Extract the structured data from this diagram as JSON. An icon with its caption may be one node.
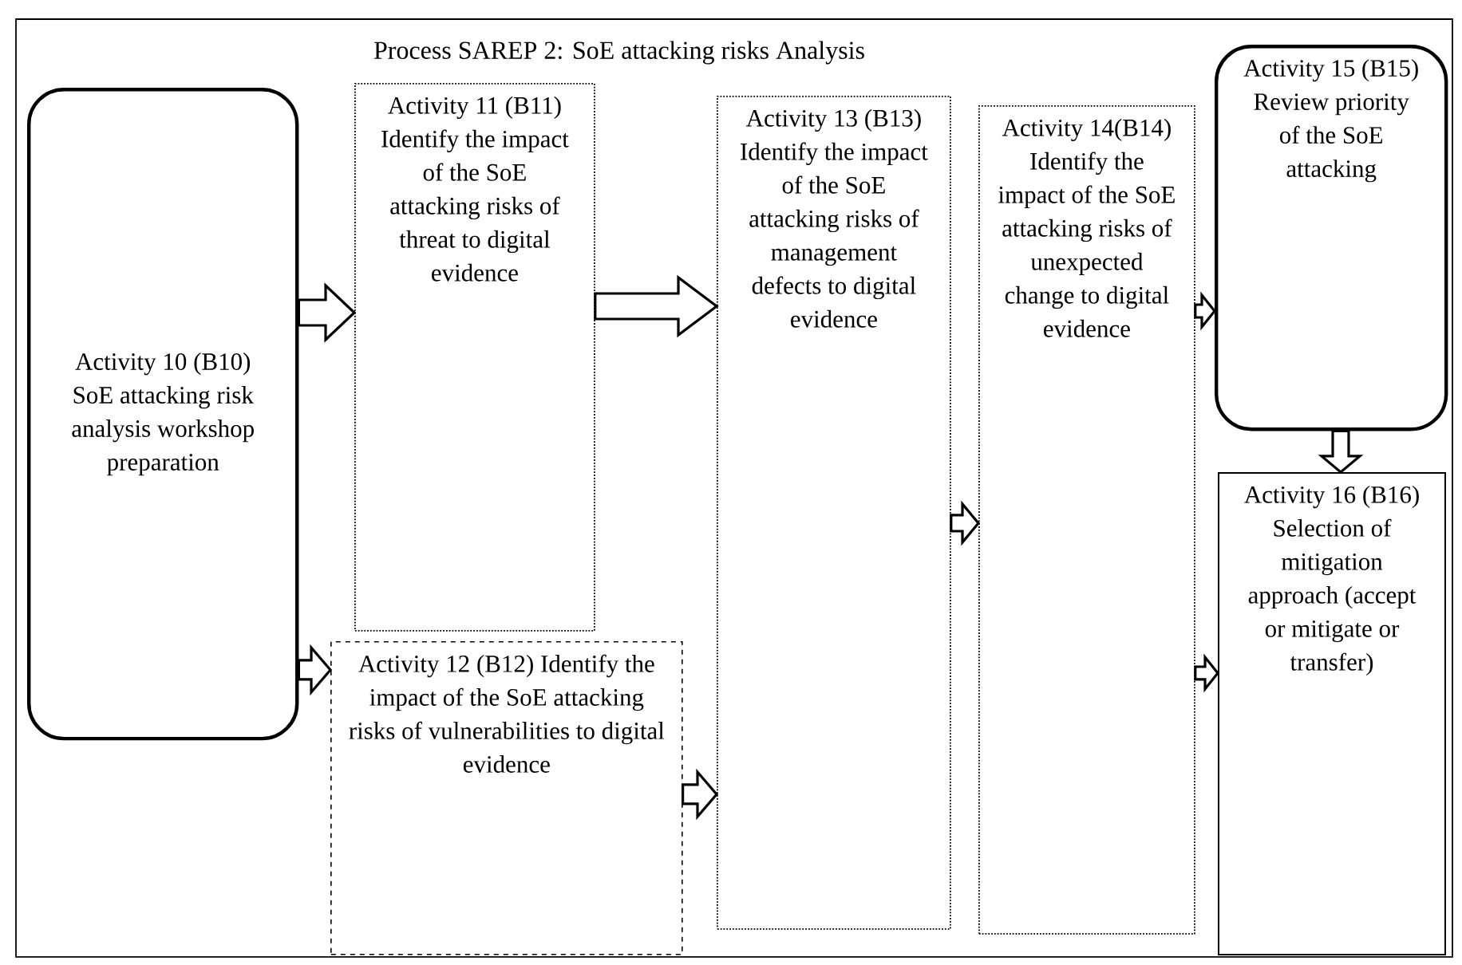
{
  "diagram": {
    "title": "Process SAREP 2: SoE attacking risks Analysis",
    "nodes": [
      {
        "text": [
          "Activity 10 (B10) SoE attacking risk analysis workshop preparation"
        ]
      },
      {
        "text": [
          "Activity 11 (B11) Identify the impact of the SoE attacking risks of threat to digital evidence"
        ]
      },
      {
        "text": [
          "Activity 12 (B12) Identify the impact of the SoE attacking risks of vulnerabilities to digital evidence"
        ]
      },
      {
        "text": [
          "Activity 13 (B13) Identify the impact of the SoE attacking risks of management defects to digital evidence"
        ]
      },
      {
        "text": [
          "Activity 14(B14) Identify the impact of the SoE attacking risks of unexpected change to digital evidence"
        ]
      },
      {
        "text": [
          "Activity 15 (B15) Review priority of the SoE attacking"
        ]
      },
      {
        "text": [
          "Activity 16 (B16) Selection of mitigation approach (accept or mitigate or transfer)"
        ]
      }
    ],
    "edges": [
      {
        "from": 0,
        "to": 1,
        "arrow": "to"
      },
      {
        "from": 0,
        "to": 2,
        "arrow": "to"
      },
      {
        "from": 1,
        "to": 3,
        "arrow": "to"
      },
      {
        "from": 2,
        "to": 3,
        "arrow": "to"
      },
      {
        "from": 3,
        "to": 4,
        "arrow": "to"
      },
      {
        "from": 4,
        "to": 5,
        "arrow": "to"
      },
      {
        "from": 4,
        "to": 6,
        "arrow": "to"
      },
      {
        "from": 5,
        "to": 6,
        "arrow": "to"
      }
    ]
  }
}
